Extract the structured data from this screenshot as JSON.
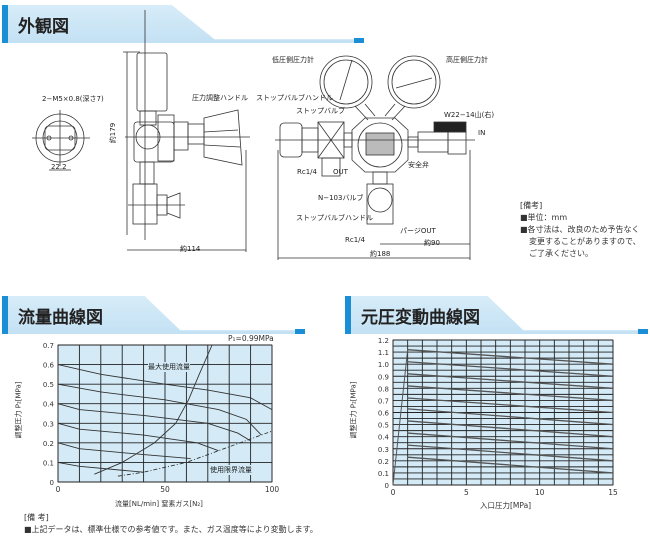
{
  "sections": {
    "outline": "外観図",
    "flow": "流量曲線図",
    "supply": "元圧変動曲線図"
  },
  "drawing": {
    "labels": {
      "bolt": "2−M5×0.8(深さ7)",
      "pitch": "22.2",
      "height": "約179",
      "width_side": "約114",
      "pressure_handle": "圧力調整ハンドル",
      "low_gauge": "低圧側圧力計",
      "high_gauge": "高圧側圧力計",
      "stop_handle": "ストップバルブハンドル",
      "stop_valve": "ストップバルブ",
      "conn": "W22−14山(右)",
      "in": "IN",
      "safety": "安全弁",
      "rc1": "Rc1/4",
      "out": "OUT",
      "n103": "N−103バルブ",
      "stop_handle2": "ストップバルブハンドル",
      "purge": "パージOUT",
      "rc2": "Rc1/4",
      "w188": "約188",
      "w90": "約90"
    },
    "notes": {
      "title": "[備考]",
      "unit": "■単位：mm",
      "line1": "■各寸法は、改良のため予告なく",
      "line2": "変更することがありますので、",
      "line3": "ご了承ください。"
    }
  },
  "flow_notes": {
    "title": "[備 考]",
    "text": "■上記データは、標準仕様での参考値です。また、ガス温度等により変動します。"
  },
  "chart_data": [
    {
      "type": "line",
      "title": "",
      "annotation": "P₁=0.99MPa",
      "xlabel": "流量[NL/min]  窒素ガス[N₂]",
      "ylabel": "調整圧力 P₂[MPa]",
      "xlim": [
        0,
        100
      ],
      "ylim": [
        0,
        0.7
      ],
      "xticks": [
        "0",
        "50",
        "100"
      ],
      "yticks": [
        "0",
        "0.1",
        "0.2",
        "0.3",
        "0.4",
        "0.5",
        "0.6",
        "0.7"
      ],
      "series": [
        {
          "name": "0.6",
          "points": [
            [
              0,
              0.6
            ],
            [
              20,
              0.55
            ],
            [
              50,
              0.5
            ],
            [
              70,
              0.47
            ],
            [
              90,
              0.43
            ],
            [
              100,
              0.37
            ]
          ]
        },
        {
          "name": "0.5",
          "points": [
            [
              0,
              0.5
            ],
            [
              20,
              0.46
            ],
            [
              50,
              0.42
            ],
            [
              75,
              0.37
            ],
            [
              88,
              0.32
            ],
            [
              95,
              0.24
            ]
          ]
        },
        {
          "name": "0.4",
          "points": [
            [
              0,
              0.4
            ],
            [
              10,
              0.37
            ],
            [
              40,
              0.34
            ],
            [
              70,
              0.3
            ],
            [
              84,
              0.25
            ],
            [
              90,
              0.21
            ]
          ]
        },
        {
          "name": "0.3",
          "points": [
            [
              0,
              0.3
            ],
            [
              10,
              0.27
            ],
            [
              40,
              0.24
            ],
            [
              65,
              0.2
            ],
            [
              75,
              0.16
            ]
          ]
        },
        {
          "name": "0.2",
          "points": [
            [
              0,
              0.2
            ],
            [
              10,
              0.17
            ],
            [
              40,
              0.14
            ],
            [
              62,
              0.12
            ]
          ]
        },
        {
          "name": "0.1",
          "points": [
            [
              0,
              0.1
            ],
            [
              10,
              0.08
            ],
            [
              30,
              0.06
            ],
            [
              40,
              0.05
            ]
          ]
        },
        {
          "name": "最大使用流量",
          "points": [
            [
              17,
              0.04
            ],
            [
              30,
              0.1
            ],
            [
              45,
              0.2
            ],
            [
              55,
              0.3
            ],
            [
              61,
              0.42
            ],
            [
              66,
              0.55
            ],
            [
              72,
              0.7
            ]
          ]
        },
        {
          "name": "使用限界流量",
          "dashed": true,
          "points": [
            [
              28,
              0.03
            ],
            [
              40,
              0.05
            ],
            [
              60,
              0.1
            ],
            [
              80,
              0.18
            ],
            [
              100,
              0.26
            ]
          ]
        }
      ]
    },
    {
      "type": "line",
      "xlabel": "入口圧力[MPa]",
      "ylabel": "調整圧力 P₂[MPa]",
      "xlim": [
        0,
        15
      ],
      "ylim": [
        0,
        1.2
      ],
      "xticks": [
        "0",
        "5",
        "10",
        "15"
      ],
      "yticks": [
        "0",
        "0.1",
        "0.2",
        "0.3",
        "0.4",
        "0.5",
        "0.6",
        "0.7",
        "0.8",
        "0.9",
        "1.0",
        "1.1",
        "1.2"
      ],
      "ramp": [
        [
          0,
          0
        ],
        [
          1,
          1.12
        ]
      ],
      "series": [
        {
          "start": 1.12,
          "end": 1.0
        },
        {
          "start": 1.02,
          "end": 0.9
        },
        {
          "start": 0.92,
          "end": 0.8
        },
        {
          "start": 0.82,
          "end": 0.7
        },
        {
          "start": 0.72,
          "end": 0.6
        },
        {
          "start": 0.63,
          "end": 0.5
        },
        {
          "start": 0.53,
          "end": 0.4
        },
        {
          "start": 0.43,
          "end": 0.3
        },
        {
          "start": 0.33,
          "end": 0.2
        },
        {
          "start": 0.23,
          "end": 0.1
        }
      ]
    }
  ],
  "colors": {
    "accent": "#1a8fd6",
    "plot_bg": "#d4ebf7"
  }
}
